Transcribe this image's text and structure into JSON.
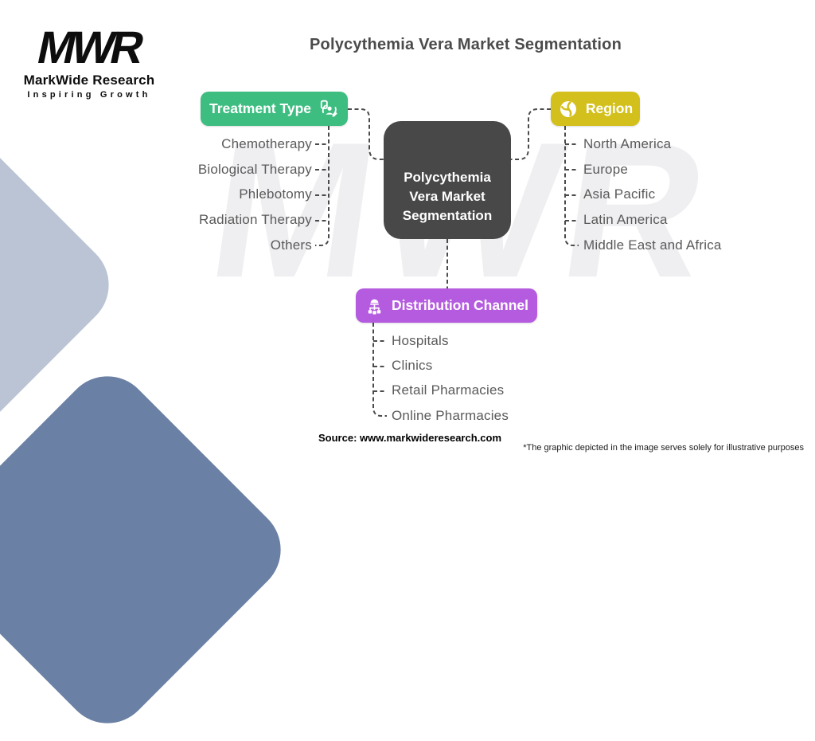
{
  "brand": {
    "logo_acronym": "MWR",
    "logo_name": "MarkWide Research",
    "logo_tagline": "Inspiring Growth",
    "watermark_text": "MWR"
  },
  "title": "Polycythemia Vera Market Segmentation",
  "center_node": {
    "line1": "Polycythemia",
    "line2": "Vera Market",
    "line3": "Segmentation"
  },
  "branches": {
    "treatment_type": {
      "label": "Treatment Type",
      "icon": "user-sync-edit-icon",
      "color": "#3ebd81",
      "items": [
        "Chemotherapy",
        "Biological Therapy",
        "Phlebotomy",
        "Radiation Therapy",
        "Others"
      ]
    },
    "region": {
      "label": "Region",
      "icon": "globe-icon",
      "color": "#d3c01c",
      "items": [
        "North America",
        "Europe",
        "Asia Pacific",
        "Latin America",
        "Middle East and Africa"
      ]
    },
    "distribution_channel": {
      "label": "Distribution Channel",
      "icon": "network-hierarchy-icon",
      "color": "#b55be0",
      "items": [
        "Hospitals",
        "Clinics",
        "Retail Pharmacies",
        "Online Pharmacies"
      ]
    }
  },
  "footer": {
    "source": "Source: www.markwideresearch.com",
    "disclaimer": "*The graphic depicted in the image serves solely for illustrative purposes"
  },
  "decor_colors": {
    "light_shape": "#bac4d4",
    "dark_shape": "#6a80a4",
    "center_box": "#484848",
    "connector": "#4a4a4a",
    "watermark": "#efeff2"
  }
}
